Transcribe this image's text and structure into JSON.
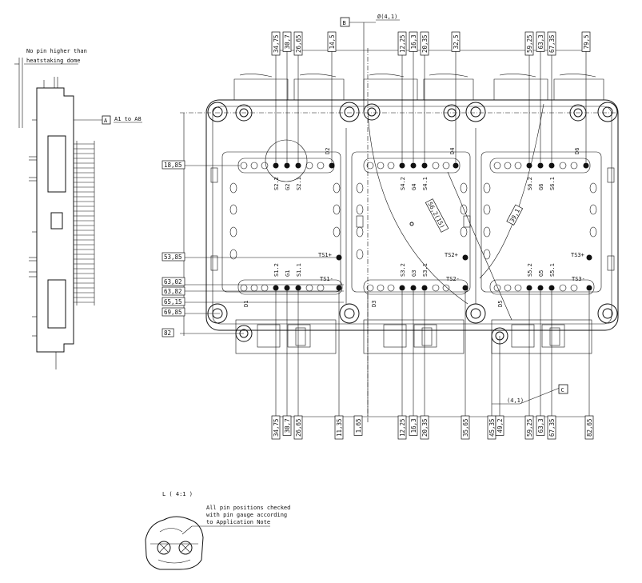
{
  "side_view": {
    "note_line1": "No pin higher than",
    "note_line2": "heatstaking dome",
    "datum_a_letter": "A",
    "datum_a_text": "A1 to A8"
  },
  "datums": {
    "b_letter": "B",
    "b_dia": "Ø(4,1)",
    "c_letter": "C",
    "c_dim": "(4,1)"
  },
  "top_dims": [
    "34,75",
    "30,7",
    "26,65",
    "14,5",
    "12,25",
    "16,3",
    "20,35",
    "32,5",
    "59,25",
    "63,3",
    "67,35",
    "79,5"
  ],
  "bottom_dims": [
    "34,75",
    "30,7",
    "26,65",
    "11,35",
    "1,65",
    "12,25",
    "16,3",
    "20,35",
    "35,65",
    "45,35",
    "49,2",
    "59,25",
    "63,3",
    "67,35",
    "82,65"
  ],
  "left_dims": [
    "18,85",
    "53,85",
    "63,02",
    "63,82",
    "65,15",
    "69,85",
    "82"
  ],
  "angled_dims": [
    "56,2(15)",
    "39,1"
  ],
  "pin_labels": {
    "top": [
      "S2.2",
      "G2",
      "S2.1",
      "D2",
      "S4.2",
      "G4",
      "S4.1",
      "D4",
      "S6.2",
      "G6",
      "S6.1",
      "D6"
    ],
    "bottom": [
      "S1.2",
      "G1",
      "S1.1",
      "S3.2",
      "G3",
      "S3.1",
      "S5.2",
      "G5",
      "S5.1"
    ],
    "ts": [
      "TS1+",
      "TS1-",
      "TS2+",
      "TS2-",
      "TS3+",
      "TS3-"
    ],
    "d_lower": [
      "D1",
      "D3",
      "D5"
    ]
  },
  "detail": {
    "title": "L ( 4:1 )",
    "note_line1": "All pin positions checked",
    "note_line2": "with pin gauge according",
    "note_line3": "to Application Note"
  }
}
